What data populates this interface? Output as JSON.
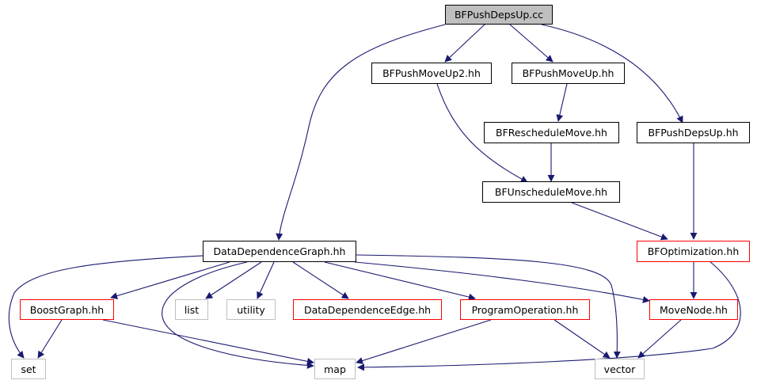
{
  "colors": {
    "edge": "#191970",
    "root_fill": "#bfbfbf",
    "documented_border": "#000000",
    "undocumented_border": "#ff0000",
    "external_border": "#bfbfbf"
  },
  "nodes": {
    "root": "BFPushDepsUp.cc",
    "bfpushmoveup2": "BFPushMoveUp2.hh",
    "bfpushmoveup": "BFPushMoveUp.hh",
    "bfreschedulemove": "BFRescheduleMove.hh",
    "bfpushdepsup": "BFPushDepsUp.hh",
    "bfunschedulemove": "BFUnscheduleMove.hh",
    "datadependencegraph": "DataDependenceGraph.hh",
    "bfoptimization": "BFOptimization.hh",
    "boostgraph": "BoostGraph.hh",
    "list": "list",
    "utility": "utility",
    "datadependenceedge": "DataDependenceEdge.hh",
    "programoperation": "ProgramOperation.hh",
    "movenode": "MoveNode.hh",
    "set": "set",
    "map": "map",
    "vector": "vector"
  }
}
